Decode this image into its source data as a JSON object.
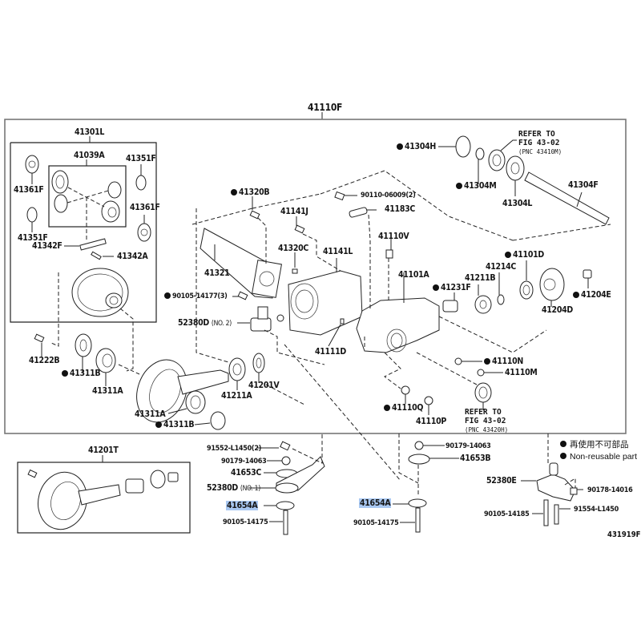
{
  "diagram": {
    "title_assembly": "41110F",
    "illustration_code": "431919F",
    "highlight_color": "#a9c8f2",
    "legend": {
      "items": [
        {
          "symbol": "filled-circle",
          "text": "再使用不可部品"
        },
        {
          "symbol": "filled-circle",
          "text": "Non-reusable part"
        }
      ]
    },
    "groups": {
      "main_frame": "41110F",
      "diff_case_assy": "41301L",
      "pinion_gear_set_kit": "41039A",
      "ring_pinion_gear_kit": "41201T"
    },
    "labels": {
      "p41301L": "41301L",
      "p41039A": "41039A",
      "p41351F_a": "41351F",
      "p41361F_a": "41361F",
      "p41361F_b": "41361F",
      "p41351F_b": "41351F",
      "p41342F": "41342F",
      "p41342A": "41342A",
      "p41222B": "41222B",
      "p41311B_a": "41311B",
      "p41311A_a": "41311A",
      "p41311A_b": "41311A",
      "p41311B_b": "41311B",
      "p41320B": "41320B",
      "p41141J": "41141J",
      "p41320C": "41320C",
      "p41321": "41321",
      "p41141L": "41141L",
      "p90105_14177": "90105-14177(3)",
      "p52380D_2": "52380D",
      "p52380D_2_note": "(NO. 2)",
      "p41111D": "41111D",
      "p41211A": "41211A",
      "p41201V": "41201V",
      "p90110_06009": "90110-06009(2)",
      "p41183C": "41183C",
      "p41110V": "41110V",
      "p41304H": "41304H",
      "p41304M": "41304M",
      "p41304L": "41304L",
      "p41304F": "41304F",
      "refer1_line1": "REFER TO",
      "refer1_line2": "FIG 43-02",
      "refer1_line3": "(PNC 43410M)",
      "p41101A": "41101A",
      "p41231F": "41231F",
      "p41211B": "41211B",
      "p41214C": "41214C",
      "p41101D": "41101D",
      "p41204D": "41204D",
      "p41204E": "41204E",
      "p41110N": "41110N",
      "p41110M": "41110M",
      "p41110Q": "41110Q",
      "p41110P": "41110P",
      "refer2_line1": "REFER TO",
      "refer2_line2": "FIG 43-02",
      "refer2_line3": "(PNC 43420H)",
      "p41201T": "41201T",
      "p91552_L1450": "91552-L1450(2)",
      "p90179_14063_a": "90179-14063",
      "p41653C": "41653C",
      "p52380D_1": "52380D",
      "p52380D_1_note": "(NO. 1)",
      "p41654A_a": "41654A",
      "p90105_14175_a": "90105-14175",
      "p90179_14063_b": "90179-14063",
      "p41653B": "41653B",
      "p41654A_b": "41654A",
      "p90105_14175_b": "90105-14175",
      "p52380E": "52380E",
      "p90178_14016": "90178-14016",
      "p90105_14185": "90105-14185",
      "p91554_L1450": "91554-L1450"
    },
    "highlighted_parts": [
      "41654A"
    ]
  }
}
